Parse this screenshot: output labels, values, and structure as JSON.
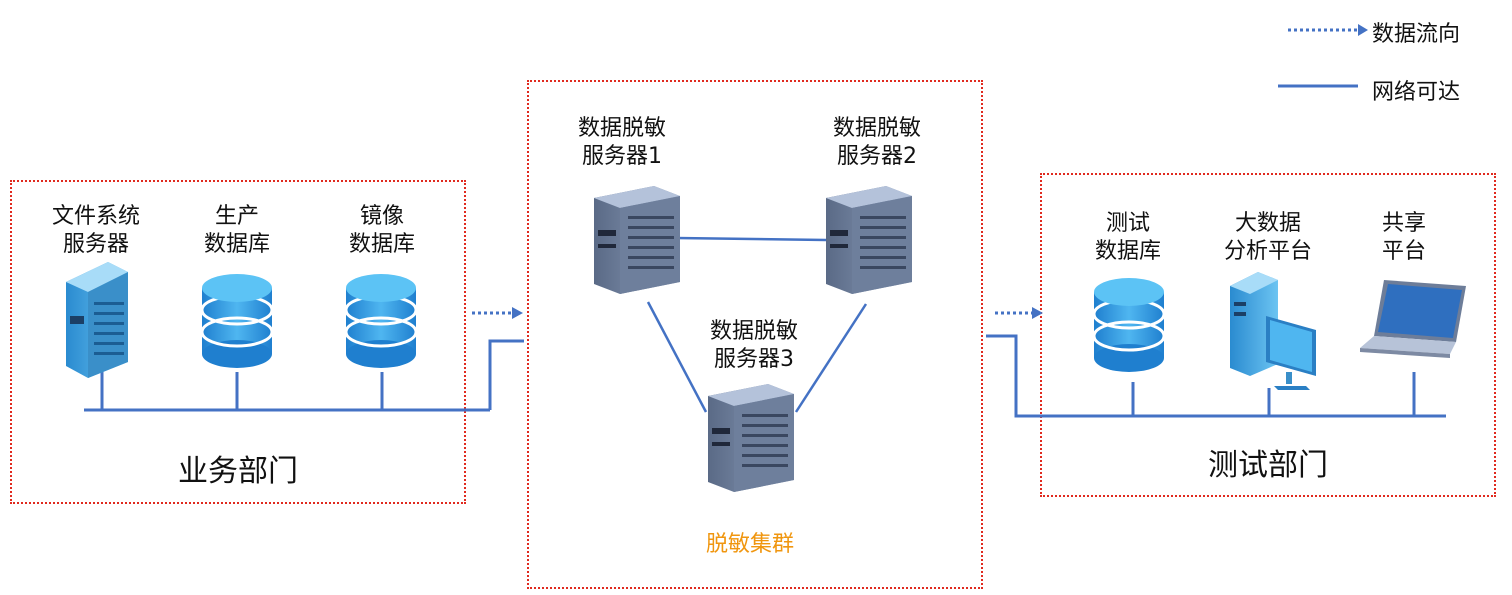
{
  "legend": {
    "flow": "数据流向",
    "reach": "网络可达"
  },
  "business": {
    "dept_label": "业务部门",
    "file_server": "文件系统\n服务器",
    "prod_db": "生产\n数据库",
    "mirror_db": "镜像\n数据库"
  },
  "cluster": {
    "label": "脱敏集群",
    "server1": "数据脱敏\n服务器1",
    "server2": "数据脱敏\n服务器2",
    "server3": "数据脱敏\n服务器3"
  },
  "test": {
    "dept_label": "测试部门",
    "test_db": "测试\n数据库",
    "bigdata": "大数据\n分析平台",
    "share": "共享\n平台"
  },
  "colors": {
    "border": "#e02a1f",
    "line": "#4472c4",
    "cluster_label": "#f0960f"
  }
}
